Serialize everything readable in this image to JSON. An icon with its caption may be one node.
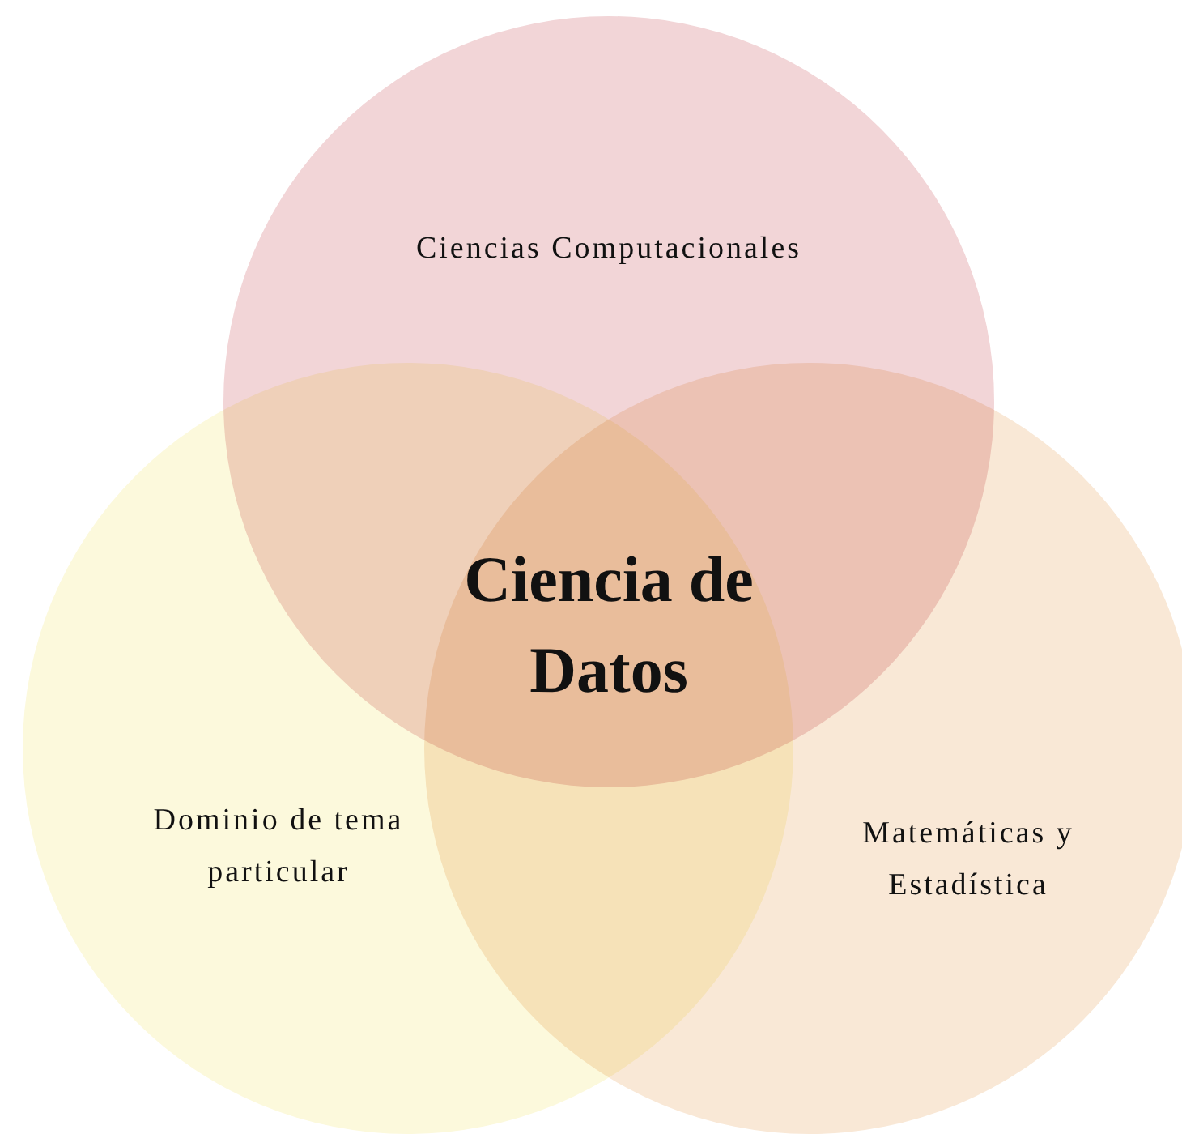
{
  "diagram": {
    "nodes": [
      {
        "text": [
          "Ciencias Computacionales"
        ]
      },
      {
        "text": [
          "Dominio de tema particular"
        ]
      },
      {
        "text": [
          "Matemáticas y Estadística"
        ]
      }
    ],
    "labels": [
      "Ciencia de Datos"
    ]
  }
}
